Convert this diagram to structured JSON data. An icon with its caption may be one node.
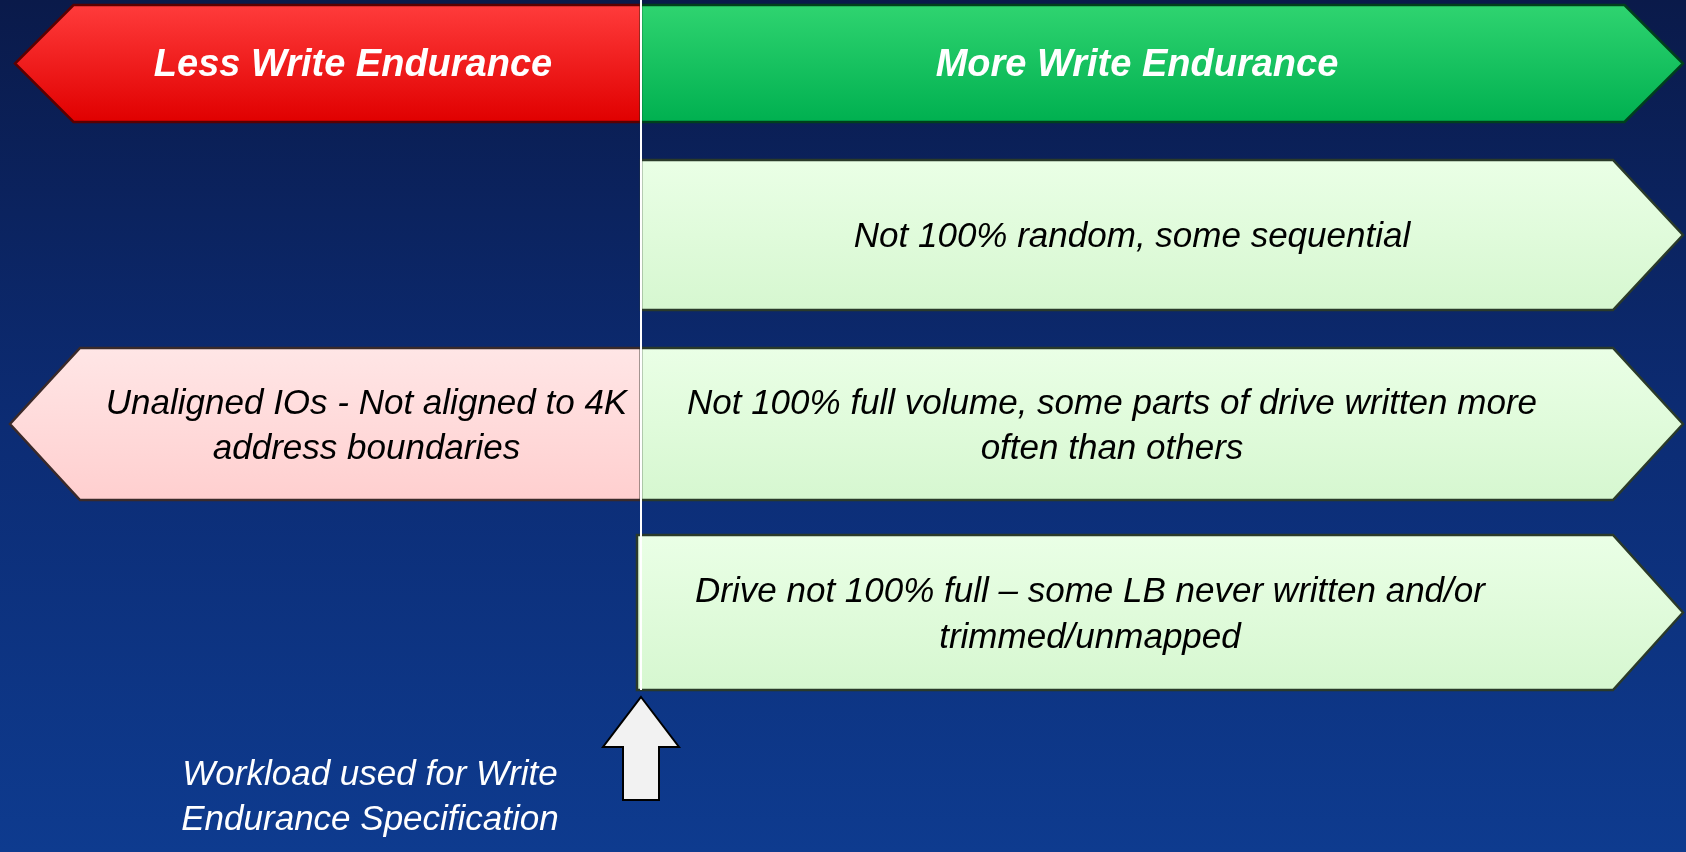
{
  "diagram": {
    "nodes": [
      {
        "text": [
          "Less Write Endurance"
        ]
      },
      {
        "text": [
          "More Write Endurance"
        ]
      },
      {
        "text": [
          "Not 100% random, some sequential"
        ]
      },
      {
        "text": [
          "Unaligned IOs - Not aligned to 4K address boundaries"
        ]
      },
      {
        "text": [
          "Not 100% full volume, some parts of drive written more often than others"
        ]
      },
      {
        "text": [
          "Drive not 100% full – some LB never written and/or trimmed/unmapped"
        ]
      },
      {
        "text": [
          "Workload used for Write Endurance Specification"
        ]
      }
    ]
  }
}
